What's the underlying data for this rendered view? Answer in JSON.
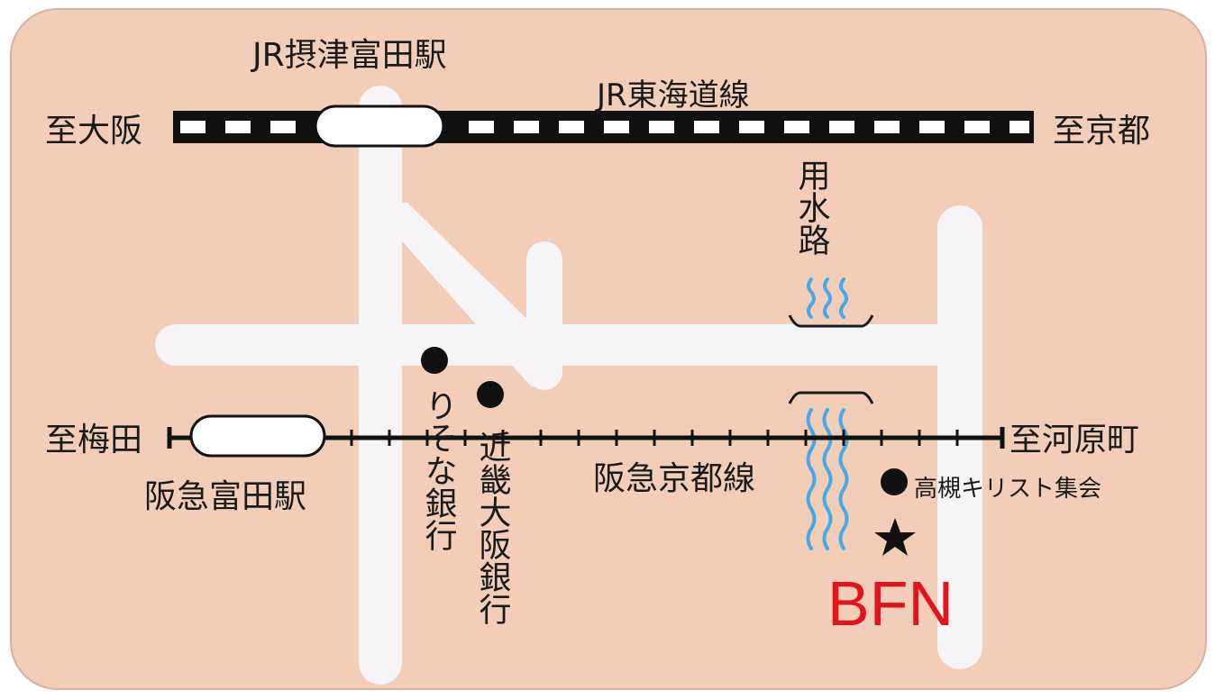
{
  "colors": {
    "background": "#f2cdb8",
    "road": "#f6f4f6",
    "rail": "#111111",
    "water": "#4aa8e8",
    "accent": "#e0141c"
  },
  "labels": {
    "jr_station": "JR摂津富田駅",
    "jr_line": "JR東海道線",
    "to_osaka": "至大阪",
    "to_kyoto": "至京都",
    "waterway": "用水路",
    "to_umeda": "至梅田",
    "hankyu_station": "阪急富田駅",
    "hankyu_line": "阪急京都線",
    "to_kawaramachi": "至河原町",
    "resona_bank": "りそな銀行",
    "kinki_osaka_bank": "近畿大阪銀行",
    "assembly": "高槻キリスト集会",
    "brand": "BFN"
  },
  "icons": {
    "destination": "star-icon",
    "landmark": "dot-icon"
  }
}
